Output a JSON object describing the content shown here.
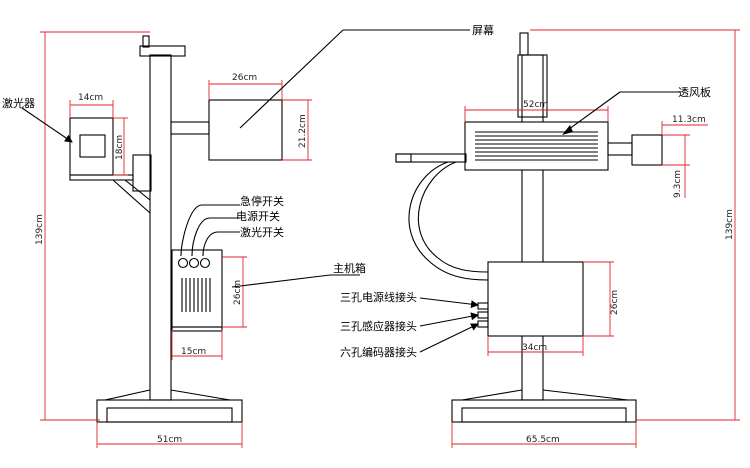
{
  "labels": {
    "laser": "激光器",
    "screen": "屏幕",
    "vent_panel": "透风板",
    "emergency_stop": "急停开关",
    "power_switch": "电源开关",
    "laser_switch": "激光开关",
    "main_box": "主机箱",
    "power_port": "三孔电源线接头",
    "sensor_port": "三孔感应器接头",
    "encoder_port": "六孔编码器接头"
  },
  "dimensions": {
    "laser_width": "14cm",
    "laser_height": "18cm",
    "screen_width": "26cm",
    "screen_height": "21.2cm",
    "left_total_height": "139cm",
    "left_box_height": "26cm",
    "left_box_depth": "15cm",
    "left_base_width": "51cm",
    "vent_width": "52cm",
    "head_depth": "11.3cm",
    "head_height": "9.3cm",
    "right_total_height": "139cm",
    "right_box_height": "26cm",
    "right_box_width": "34cm",
    "right_base_width": "65.5cm"
  },
  "colors": {
    "dimension_line": "#e0262b",
    "drawing_line": "#000000"
  }
}
